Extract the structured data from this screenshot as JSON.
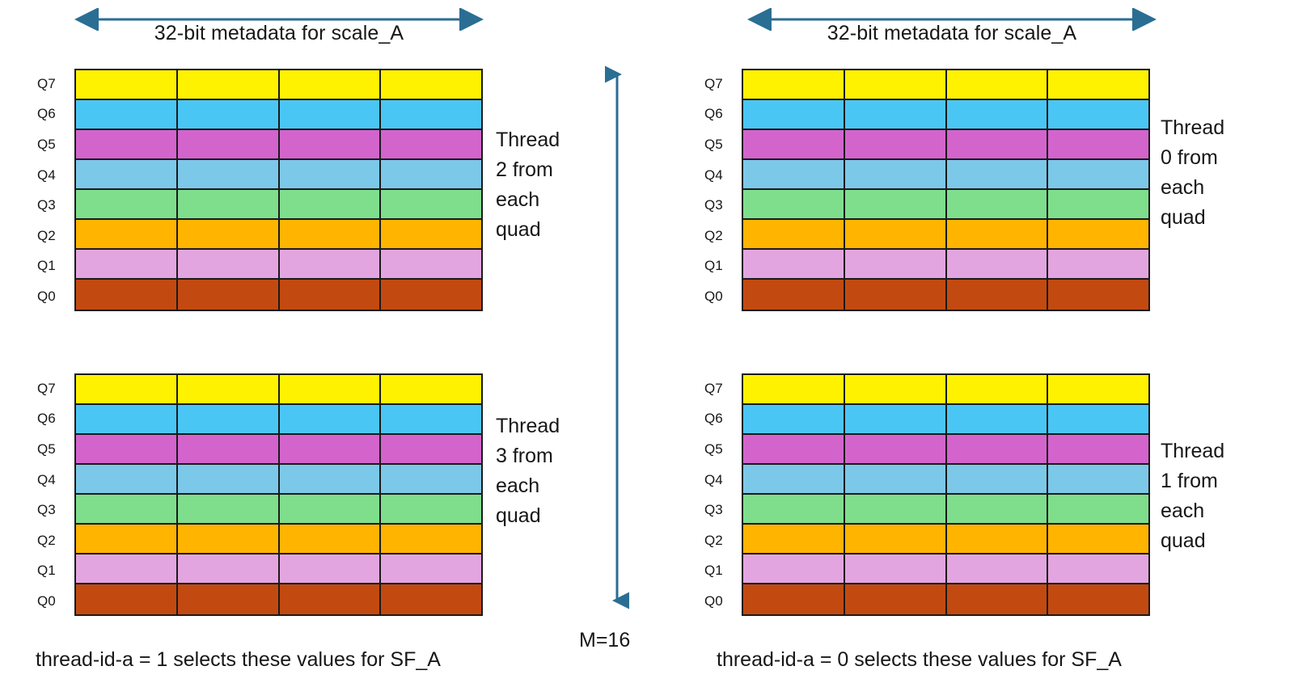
{
  "diagram": {
    "title_left": "32-bit metadata for scale_A",
    "title_right": "32-bit metadata for scale_A",
    "center_axis_label": "M=16",
    "caption_left": "thread-id-a = 1 selects these values  for SF_A",
    "caption_right": "thread-id-a = 0 selects these values  for SF_A",
    "row_labels": [
      "Q7",
      "Q6",
      "Q5",
      "Q4",
      "Q3",
      "Q2",
      "Q1",
      "Q0"
    ],
    "row_colors": [
      "#fff200",
      "#4ac6f4",
      "#d364cc",
      "#7cc8e8",
      "#7ede8c",
      "#ffb400",
      "#e3a5e0",
      "#c24a11"
    ],
    "columns": 4,
    "arrow_color": "#2a6e94",
    "border_color": "#1a1a1a",
    "grids": [
      {
        "id": "top-left",
        "note": "Thread\n2 from\neach\nquad"
      },
      {
        "id": "bottom-left",
        "note": "Thread\n3 from\neach\nquad"
      },
      {
        "id": "top-right",
        "note": "Thread\n0 from\neach\nquad"
      },
      {
        "id": "bottom-right",
        "note": "Thread\n1 from\neach\nquad"
      }
    ]
  }
}
